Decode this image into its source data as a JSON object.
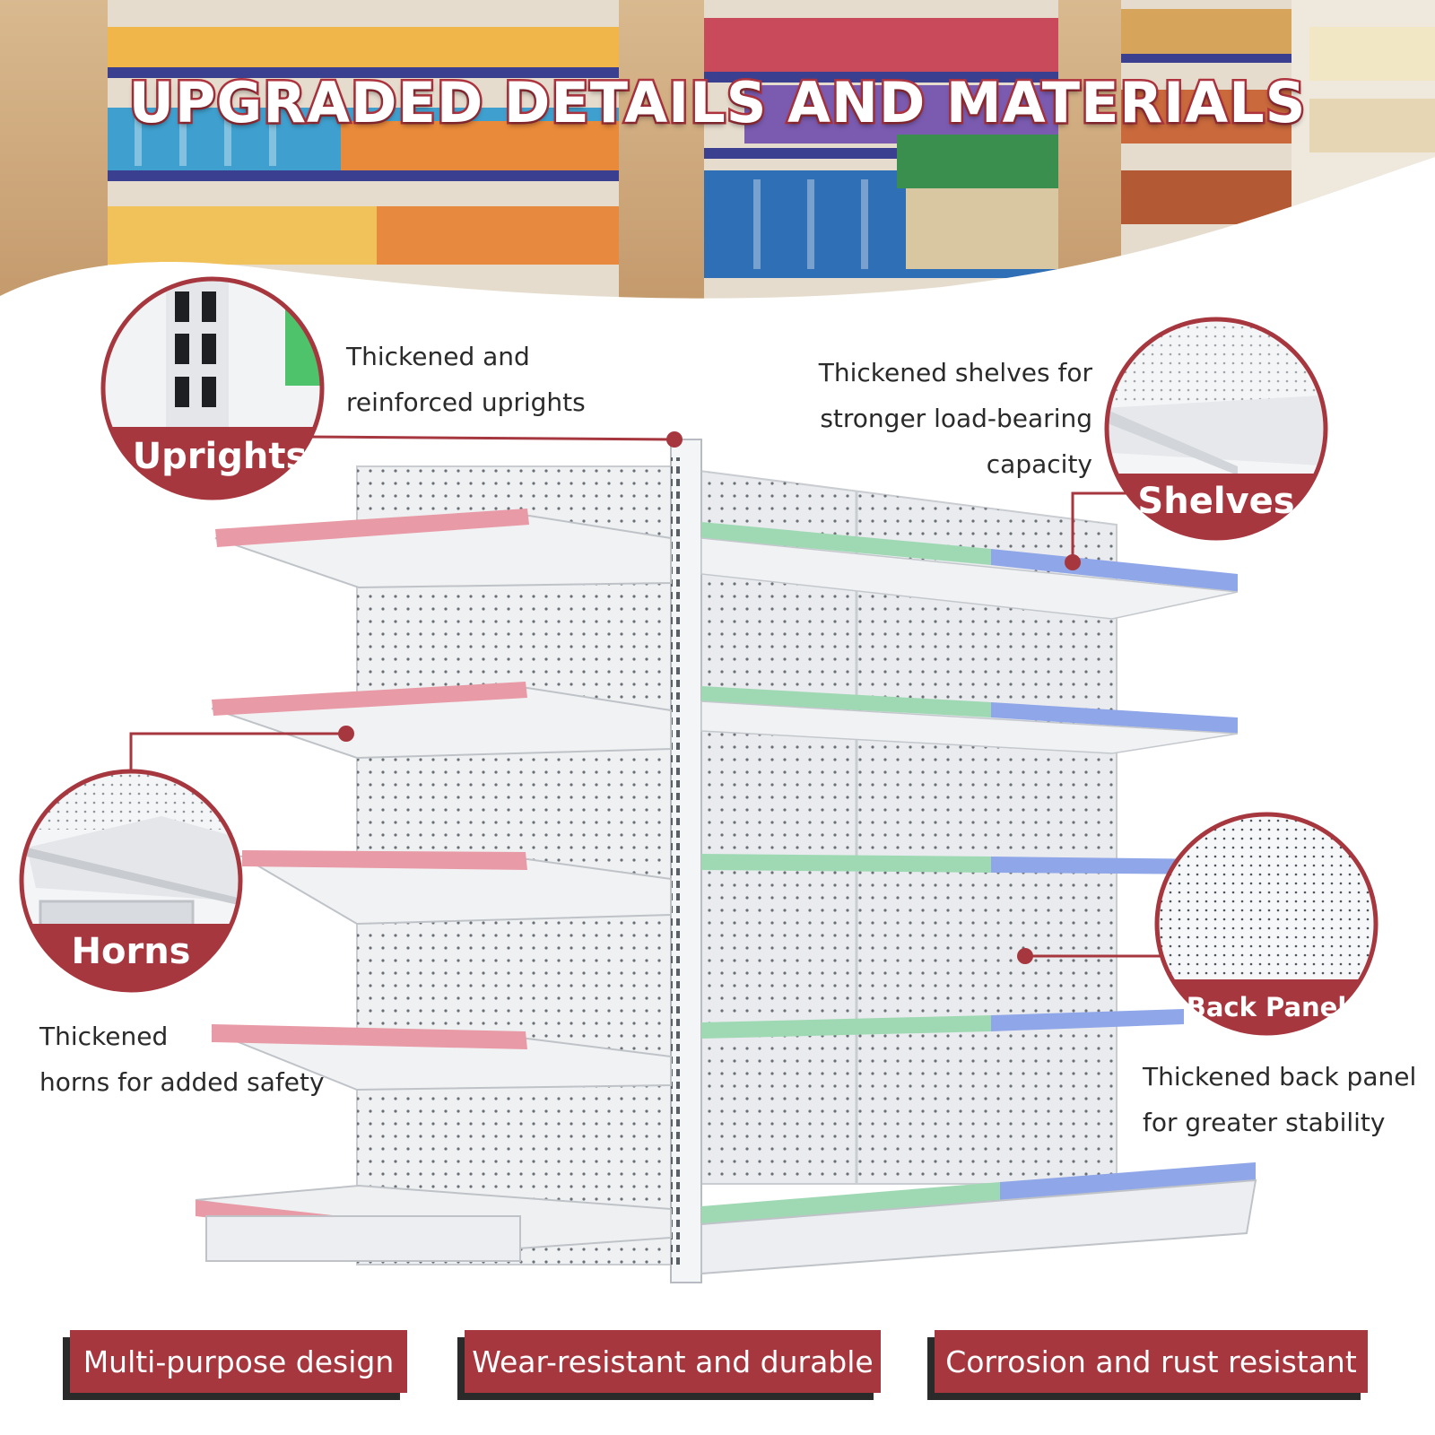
{
  "banner": {
    "title": "UPGRADED DETAILS AND MATERIALS"
  },
  "callouts": {
    "uprights": {
      "label": "Uprights",
      "desc_line1": "Thickened and",
      "desc_line2": "reinforced uprights",
      "icon": "upright-slot-detail-icon"
    },
    "shelves": {
      "label": "Shelves",
      "desc_line1": "Thickened shelves for",
      "desc_line2": "stronger load-bearing",
      "desc_line3": "capacity",
      "icon": "shelf-edge-detail-icon"
    },
    "horns": {
      "label": "Horns",
      "desc_line1": "Thickened",
      "desc_line2": "horns for added safety",
      "icon": "horn-bracket-detail-icon"
    },
    "back_panel": {
      "label": "Back Panel",
      "desc_line1": "Thickened back panel",
      "desc_line2": "for greater stability",
      "icon": "perforated-panel-detail-icon"
    }
  },
  "features": [
    {
      "label": "Multi-purpose design"
    },
    {
      "label": "Wear-resistant and durable"
    },
    {
      "label": "Corrosion and rust resistant"
    }
  ],
  "colors": {
    "accent": "#a7373f",
    "shelf_pink": "#e89aa6",
    "shelf_green": "#9fd9b4",
    "shelf_blue": "#8fa6e8",
    "metal": "#eef0f2"
  }
}
